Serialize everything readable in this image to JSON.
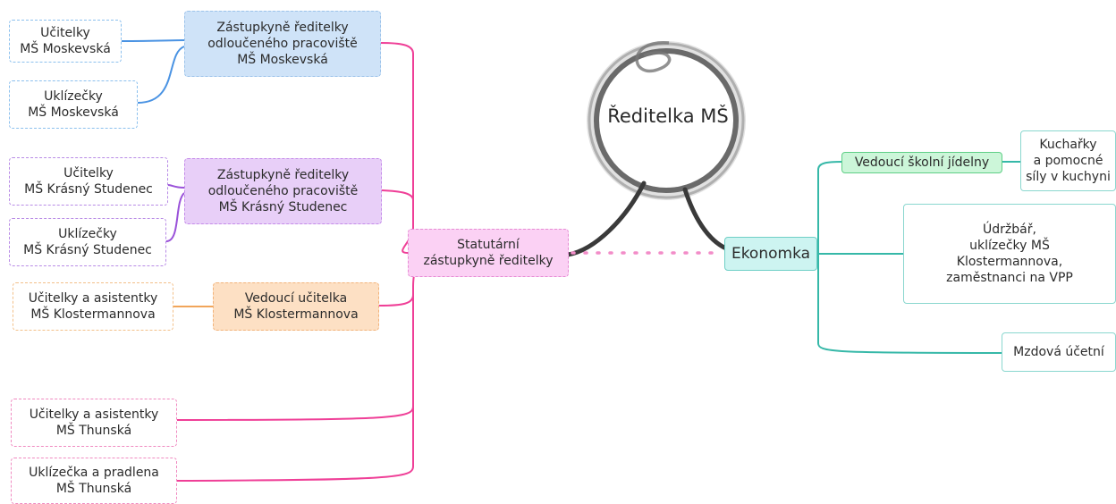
{
  "colors": {
    "blue": "#4a93e3",
    "purple": "#9a52d9",
    "orange": "#f1a55a",
    "pink": "#ef3f97",
    "teal": "#36b8a8",
    "gray": "#555555"
  },
  "director": {
    "lines": [
      "Ředitelka MŠ"
    ]
  },
  "statutory": {
    "lines": [
      "Statutární",
      "zástupkyně ředitelky"
    ]
  },
  "deputy_moskevska": {
    "lines": [
      "Zástupkyně ředitelky",
      "odloučeného pracoviště",
      "MŠ Moskevská"
    ],
    "children": [
      {
        "lines": [
          "Učitelky",
          "MŠ Moskevská"
        ]
      },
      {
        "lines": [
          "Uklízečky",
          "MŠ Moskevská"
        ]
      }
    ]
  },
  "deputy_krasny": {
    "lines": [
      "Zástupkyně ředitelky",
      "odloučeného pracoviště",
      "MŠ Krásný Studenec"
    ],
    "children": [
      {
        "lines": [
          "Učitelky",
          "MŠ Krásný Studenec"
        ]
      },
      {
        "lines": [
          "Uklízečky",
          "MŠ Krásný Studenec"
        ]
      }
    ]
  },
  "head_teacher_kloster": {
    "lines": [
      "Vedoucí učitelka",
      "MŠ Klostermannova"
    ],
    "children": [
      {
        "lines": [
          "Učitelky a asistentky",
          "MŠ Klostermannova"
        ]
      }
    ]
  },
  "thunska": [
    {
      "lines": [
        "Učitelky a asistentky",
        "MŠ Thunská"
      ]
    },
    {
      "lines": [
        "Uklízečka a pradlena",
        "MŠ Thunská"
      ]
    }
  ],
  "ekonomka": {
    "lines": [
      "Ekonomka"
    ],
    "kitchen_head": {
      "lines": [
        "Vedoucí školní jídelny"
      ],
      "children": [
        {
          "lines": [
            "Kuchařky",
            "a pomocné",
            "síly v kuchyni"
          ]
        }
      ]
    },
    "maintenance": {
      "lines": [
        "Údržbář,",
        "uklízečky MŠ",
        "Klostermannova,",
        "zaměstnanci na VPP"
      ]
    },
    "payroll": {
      "lines": [
        "Mzdová účetní"
      ]
    }
  }
}
